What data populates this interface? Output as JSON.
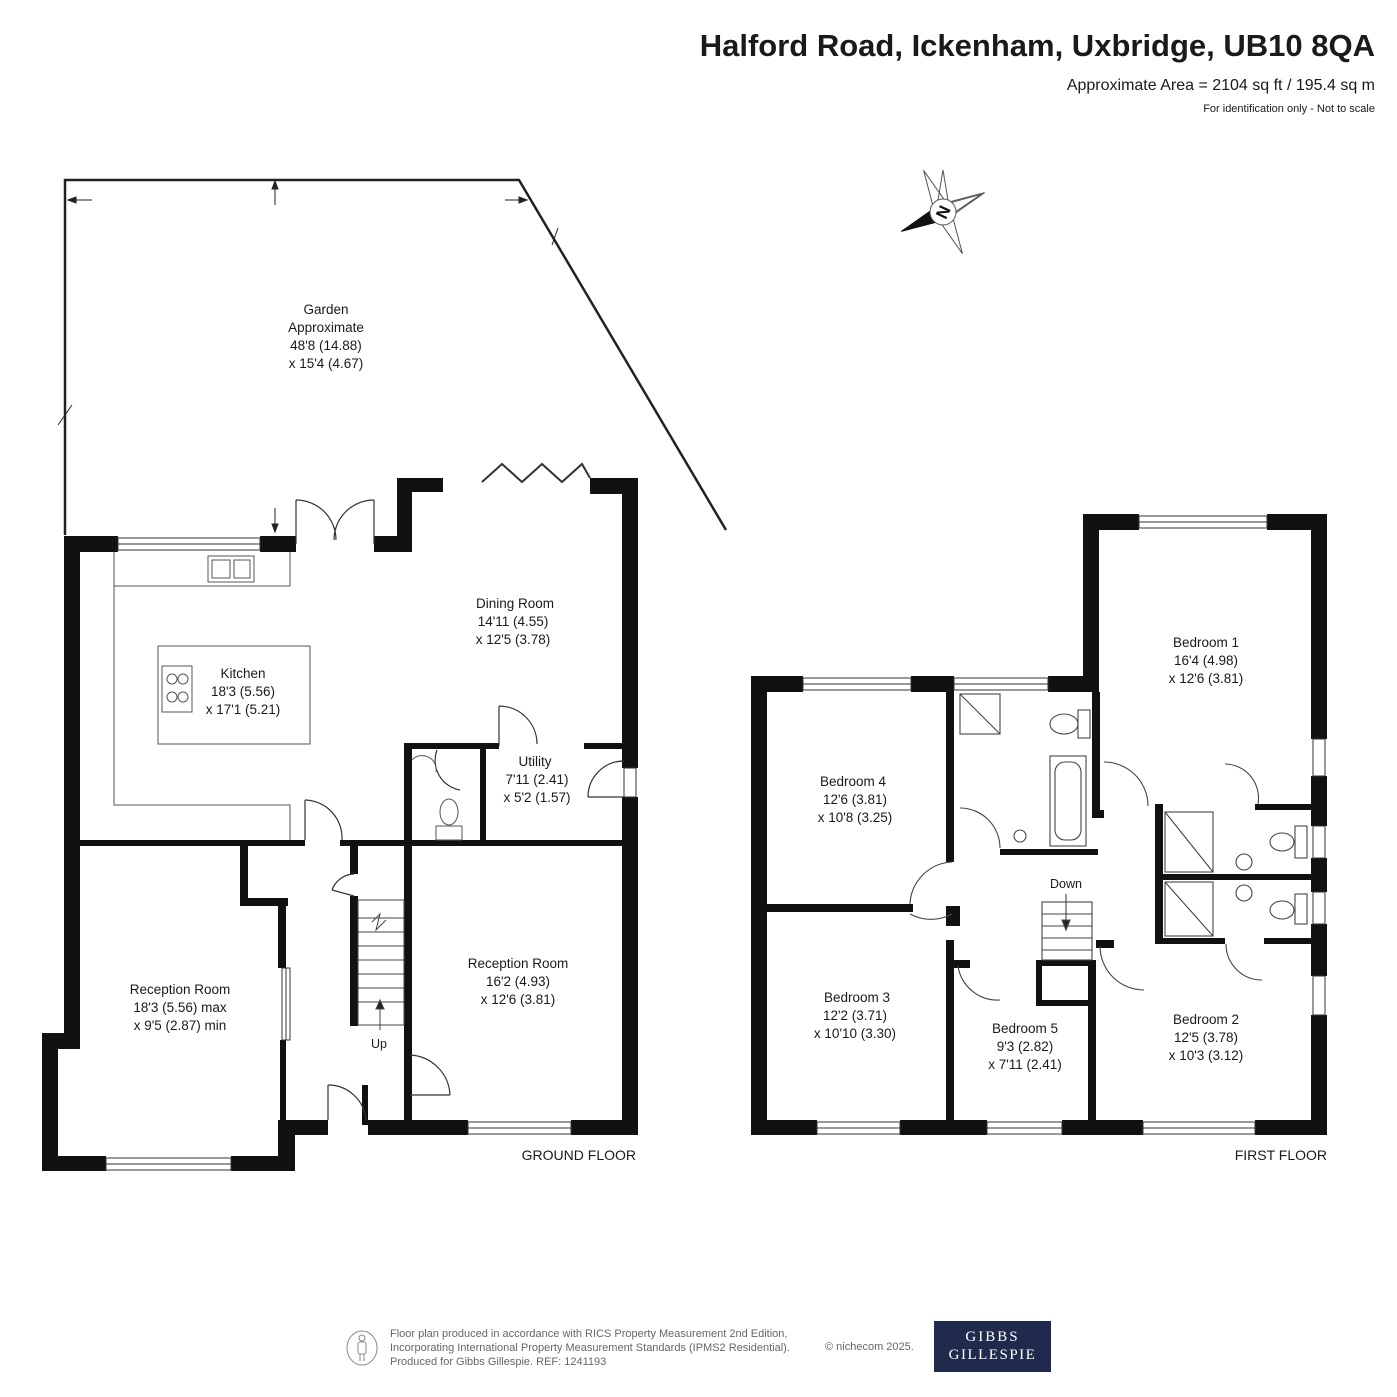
{
  "header": {
    "title": "Halford Road, Ickenham, Uxbridge, UB10 8QA",
    "area": "Approximate Area = 2104 sq ft / 195.4 sq m",
    "note": "For identification only - Not to scale"
  },
  "compass": {
    "label": "N",
    "icon": "compass-north-icon"
  },
  "ground_floor": {
    "label": "GROUND FLOOR",
    "garden": {
      "l1": "Garden",
      "l2": "Approximate",
      "l3": "48'8 (14.88)",
      "l4": "x 15'4 (4.67)"
    },
    "dining": {
      "l1": "Dining Room",
      "l2": "14'11 (4.55)",
      "l3": "x 12'5 (3.78)"
    },
    "kitchen": {
      "l1": "Kitchen",
      "l2": "18'3 (5.56)",
      "l3": "x 17'1 (5.21)"
    },
    "utility": {
      "l1": "Utility",
      "l2": "7'11 (2.41)",
      "l3": "x 5'2 (1.57)"
    },
    "reception_left": {
      "l1": "Reception Room",
      "l2": "18'3 (5.56) max",
      "l3": "x 9'5 (2.87) min"
    },
    "reception_right": {
      "l1": "Reception Room",
      "l2": "16'2 (4.93)",
      "l3": "x 12'6 (3.81)"
    },
    "stairs": "Up"
  },
  "first_floor": {
    "label": "FIRST FLOOR",
    "bedroom1": {
      "l1": "Bedroom 1",
      "l2": "16'4 (4.98)",
      "l3": "x 12'6 (3.81)"
    },
    "bedroom2": {
      "l1": "Bedroom 2",
      "l2": "12'5 (3.78)",
      "l3": "x 10'3 (3.12)"
    },
    "bedroom3": {
      "l1": "Bedroom 3",
      "l2": "12'2 (3.71)",
      "l3": "x 10'10 (3.30)"
    },
    "bedroom4": {
      "l1": "Bedroom 4",
      "l2": "12'6 (3.81)",
      "l3": "x 10'8 (3.25)"
    },
    "bedroom5": {
      "l1": "Bedroom 5",
      "l2": "9'3 (2.82)",
      "l3": "x 7'11 (2.41)"
    },
    "stairs": "Down"
  },
  "footer": {
    "line1": "Floor plan produced in accordance with RICS Property Measurement 2nd Edition,",
    "line2": "Incorporating International Property Measurement Standards (IPMS2 Residential).",
    "line3": "Produced for Gibbs Gillespie.   REF: 1241193",
    "copyright": "© nichecom 2025.",
    "logo_line1": "GIBBS",
    "logo_line2": "GILLESPIE"
  },
  "colors": {
    "wall": "#111111",
    "logo_bg": "#1f2a4d"
  }
}
